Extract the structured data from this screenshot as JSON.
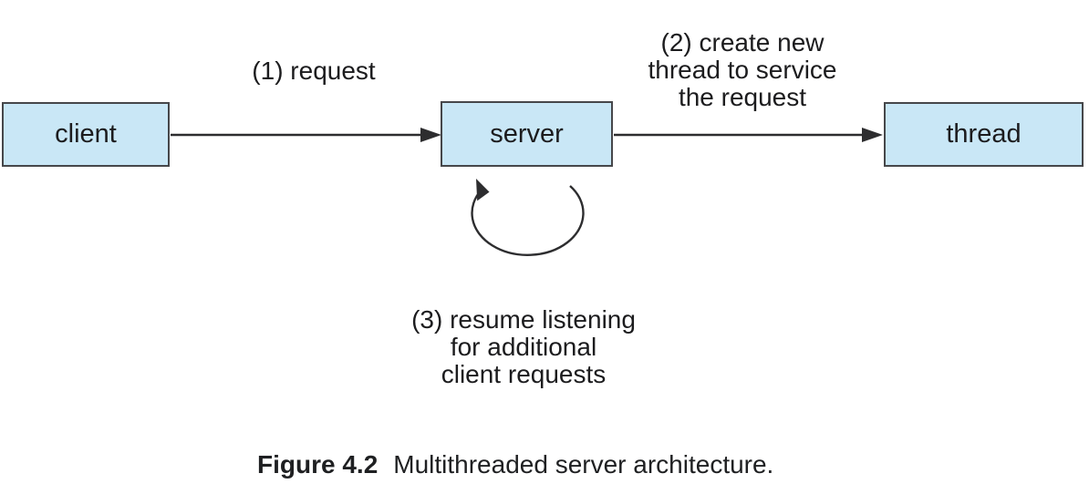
{
  "colors": {
    "box_fill": "#c9e7f6",
    "box_border": "#46474a",
    "arrow_line": "#2d2d2f",
    "text": "#1c1c1e"
  },
  "nodes": {
    "client": "client",
    "server": "server",
    "thread": "thread"
  },
  "annotations": {
    "step1": "(1) request",
    "step2": "(2) create new\nthread to service\nthe request",
    "step3": "(3) resume listening\nfor additional\nclient requests"
  },
  "caption": {
    "label": "Figure 4.2",
    "text": "Multithreaded server architecture."
  }
}
